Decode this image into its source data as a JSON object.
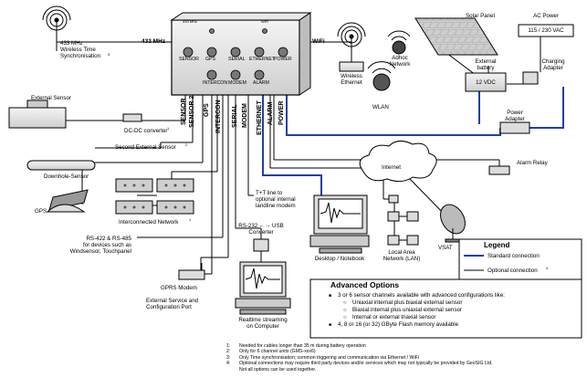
{
  "controller": {
    "btn_433": "433 MHz",
    "btn_wifi": "WiFi",
    "ports_top": [
      "SENSOR",
      "GPS",
      "SERIAL",
      "ETHERNET",
      "POWER"
    ],
    "ports_bottom": [
      "INTERCON",
      "MODEM",
      "ALARM"
    ],
    "side_labels": [
      "SENSOR",
      "SENSOR 2",
      "GPS",
      "INTERCON",
      "SERIAL",
      "MODEM",
      "ETHERNET",
      "ALARM",
      "POWER"
    ]
  },
  "labels": {
    "wireless_sync_1": "433 MHz",
    "wireless_sync_2": "Wireless Time",
    "wireless_sync_3": "Synchronisation",
    "wireless_sync_fn": "3",
    "link_433": "433 MHz",
    "wifi": "WiFi",
    "wireless_ethernet_1": "Wireless",
    "wireless_ethernet_2": "Ethernet",
    "adhoc_1": "Adhoc",
    "adhoc_2": "Network",
    "wlan": "WLAN",
    "solar_panel": "Solar Panel",
    "ac_power": "AC Power",
    "ac_voltage": "115 / 230 VAC",
    "external_battery_1": "External",
    "external_battery_2": "battery",
    "battery_voltage": "12 VDC",
    "charging_adapter_1": "Charging",
    "charging_adapter_2": "Adapter",
    "power_adapter_1": "Power",
    "power_adapter_2": "Adapter",
    "alarm_relay": "Alarm Relay",
    "external_sensor": "External Sensor",
    "dcdc": "DC-DC converter",
    "dcdc_fn": "1",
    "second_sensor": "Second External Sensor",
    "second_sensor_fn": "2",
    "downhole": "Downhole-Sensor",
    "gps": "GPS",
    "interconnected_network": "Interconnected Network",
    "interconnected_network_fn": "1",
    "rs422_1": "RS-422 & RS-485",
    "rs422_2": "for devices such as",
    "rs422_3": "Windsensor, Touchpanel",
    "tt_line_1": "T+T line to",
    "tt_line_2": "optional internal",
    "tt_line_3": "landline modem",
    "internet": "Internet",
    "rs232_1": "RS-232 ←→ USB",
    "rs232_2": "Converter",
    "desktop": "Desktop / Notebook",
    "lan_1": "Local Area",
    "lan_2": "Network (LAN)",
    "vsat": "VSAT",
    "gprs": "GPRS Modem",
    "ext_service_1": "External Service and",
    "ext_service_2": "Configuration Port",
    "realtime_1": "Realtime streaming",
    "realtime_2": "on Computer"
  },
  "legend": {
    "title": "Legend",
    "standard": "Standard connection",
    "optional": "Optional connection",
    "optional_fn": "4",
    "standard_color": "#1f3fa8",
    "optional_color": "#000000"
  },
  "advanced": {
    "title": "Advanced Options",
    "items": [
      {
        "level": 0,
        "text": "3 or 6 sensor channels available with advanced configurations like:"
      },
      {
        "level": 1,
        "text": "Uniaxial internal plus biaxial external sensor"
      },
      {
        "level": 1,
        "text": "Biaxial internal plus uniaxial external sensor"
      },
      {
        "level": 1,
        "text": "Internal or external triaxial sensor"
      },
      {
        "level": 0,
        "text": "4, 8 or 16 (or 32) GByte Flash memory available"
      }
    ]
  },
  "footnotes": [
    {
      "num": "1:",
      "text": "Needed for cables longer than 35 m during battery operation"
    },
    {
      "num": "2:",
      "text": "Only for 6 channel units (GMS-xxx6)"
    },
    {
      "num": "3:",
      "text": "Only Time synchronisation; common triggering and communication via Ethernet / WiFi"
    },
    {
      "num": "4:",
      "text": "Optional connections may require third party devices and/or services which may not typically be provided by GeoSIG Ltd."
    },
    {
      "num": "",
      "text": "Not all options can be used together."
    }
  ]
}
